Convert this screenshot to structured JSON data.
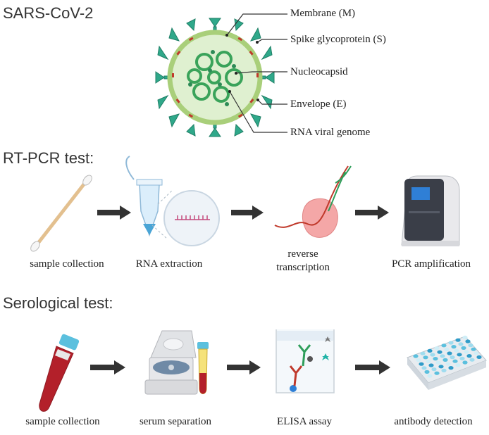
{
  "virus": {
    "title": "SARS-CoV-2",
    "labels": [
      {
        "text": "Membrane  (M)"
      },
      {
        "text": "Spike glycoprotein (S)"
      },
      {
        "text": "Nucleocapsid"
      },
      {
        "text": "Envelope  (E)"
      },
      {
        "text": "RNA viral genome"
      }
    ]
  },
  "rtpcr": {
    "title": "RT-PCR test:",
    "steps": [
      {
        "label": "sample collection"
      },
      {
        "label": "RNA extraction"
      },
      {
        "label": "reverse\ntranscription"
      },
      {
        "label": "PCR amplification"
      }
    ]
  },
  "serology": {
    "title": "Serological test:",
    "steps": [
      {
        "label": "sample collection"
      },
      {
        "label": "serum separation"
      },
      {
        "label": "ELISA assay"
      },
      {
        "label": "antibody detection"
      }
    ]
  },
  "colors": {
    "virus_body": "#dff0d0",
    "virus_rim": "#a9cf7a",
    "nucleocapsid": "#3aa35a",
    "spike": "#2fa88a",
    "envelope": "#c0392b",
    "arrow": "#333333",
    "blood": "#b3202a",
    "cap": "#5bc0de"
  }
}
